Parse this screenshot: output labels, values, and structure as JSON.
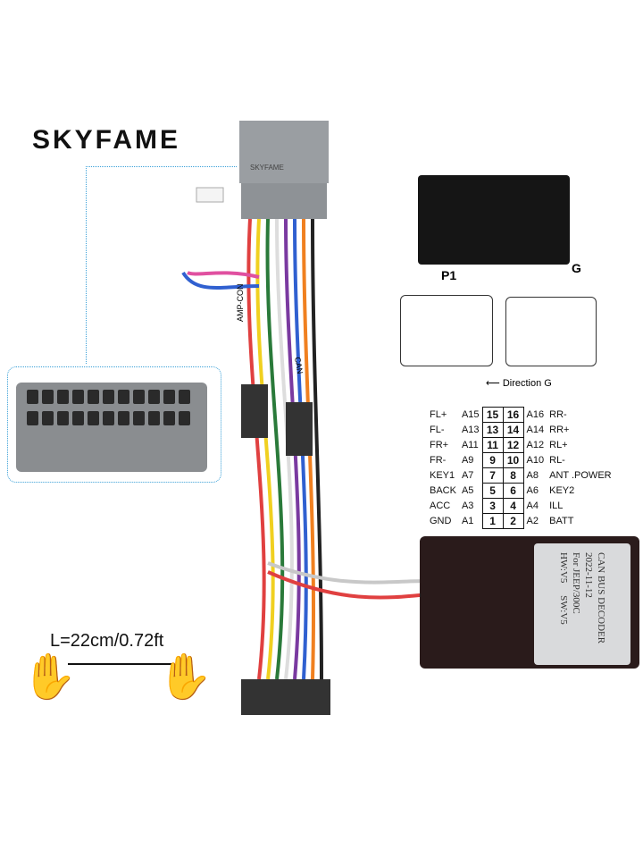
{
  "brand": {
    "logo": "SKYFAME"
  },
  "harness": {
    "tags": [
      "AMP-CON",
      "CAN"
    ],
    "top_connector_label": "SKYFAME"
  },
  "connectors": {
    "p1_label": "P1",
    "g_label": "G",
    "direction_label": "Direction G"
  },
  "pinout": {
    "rows": [
      [
        "FL+",
        "A15",
        "15",
        "16",
        "A16",
        "RR-"
      ],
      [
        "FL-",
        "A13",
        "13",
        "14",
        "A14",
        "RR+"
      ],
      [
        "FR+",
        "A11",
        "11",
        "12",
        "A12",
        "RL+"
      ],
      [
        "FR-",
        "A9",
        "9",
        "10",
        "A10",
        "RL-"
      ],
      [
        "KEY1",
        "A7",
        "7",
        "8",
        "A8",
        "ANT .POWER"
      ],
      [
        "BACK",
        "A5",
        "5",
        "6",
        "A6",
        "KEY2"
      ],
      [
        "ACC",
        "A3",
        "3",
        "4",
        "A4",
        "ILL"
      ],
      [
        "GND",
        "A1",
        "1",
        "2",
        "A2",
        "BATT"
      ]
    ]
  },
  "can_box": {
    "line1": "CAN BUS DECODER",
    "line2": "2022-11-12",
    "line3": "For JEEP/300C",
    "hw": "HW:V5",
    "sw": "SW:V5"
  },
  "length": {
    "label": "L=22cm/0.72ft"
  },
  "colors": {
    "callout": "#3aa0d8",
    "box": "#2a1b1b"
  }
}
